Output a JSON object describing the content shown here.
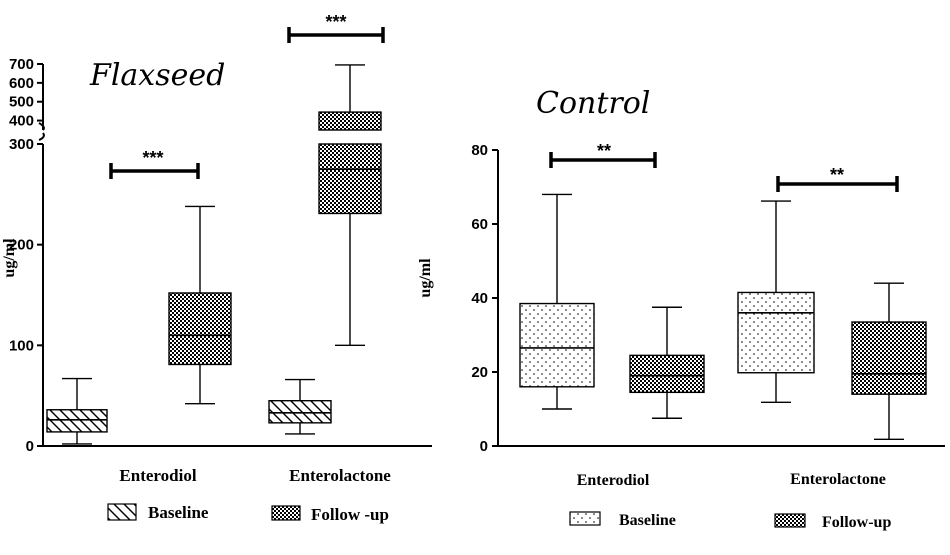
{
  "chart_data": [
    {
      "type": "box",
      "title": "Flaxseed",
      "ylabel": "ug/ml",
      "ylim": [
        0,
        700
      ],
      "axis_break": {
        "lower_range": [
          0,
          300
        ],
        "upper_range": [
          350,
          700
        ]
      },
      "yticks": [
        "0",
        "100",
        "200",
        "300",
        "400",
        "500",
        "600",
        "700"
      ],
      "categories": [
        "Enterodiol",
        "Enterolactone"
      ],
      "series": [
        {
          "name": "Baseline",
          "pattern": "hatch",
          "boxes": [
            {
              "min": 2,
              "q1": 14,
              "median": 26,
              "q3": 36,
              "max": 67
            },
            {
              "min": 12,
              "q1": 23,
              "median": 33,
              "q3": 45,
              "max": 66
            }
          ]
        },
        {
          "name": "Follow-up",
          "pattern": "checker",
          "boxes": [
            {
              "min": 42,
              "q1": 81,
              "median": 110,
              "q3": 152,
              "max": 238
            },
            {
              "min": 100,
              "q1": 231,
              "median": 275,
              "q3": 445,
              "max": 695
            }
          ]
        }
      ],
      "significance": [
        {
          "category": "Enterodiol",
          "label": "***"
        },
        {
          "category": "Enterolactone",
          "label": "***"
        }
      ],
      "legend": [
        "Baseline",
        "Follow -up"
      ],
      "legend_position": "bottom",
      "grid": false
    },
    {
      "type": "box",
      "title": "Control",
      "ylabel": "ug/ml",
      "ylim": [
        0,
        80
      ],
      "yticks": [
        "0",
        "20",
        "40",
        "60",
        "80"
      ],
      "categories": [
        "Enterodiol",
        "Enterolactone"
      ],
      "series": [
        {
          "name": "Baseline",
          "pattern": "dots",
          "boxes": [
            {
              "min": 10,
              "q1": 16,
              "median": 26.5,
              "q3": 38.5,
              "max": 68
            },
            {
              "min": 11.8,
              "q1": 19.8,
              "median": 36,
              "q3": 41.5,
              "max": 66.2
            }
          ]
        },
        {
          "name": "Follow-up",
          "pattern": "checker",
          "boxes": [
            {
              "min": 7.5,
              "q1": 14.5,
              "median": 19,
              "q3": 24.5,
              "max": 37.5
            },
            {
              "min": 1.8,
              "q1": 14,
              "median": 19.5,
              "q3": 33.5,
              "max": 44
            }
          ]
        }
      ],
      "significance": [
        {
          "category": "Enterodiol",
          "label": "**"
        },
        {
          "category": "Enterolactone",
          "label": "**"
        }
      ],
      "legend": [
        "Baseline",
        "Follow-up"
      ],
      "legend_position": "bottom",
      "grid": false
    }
  ]
}
